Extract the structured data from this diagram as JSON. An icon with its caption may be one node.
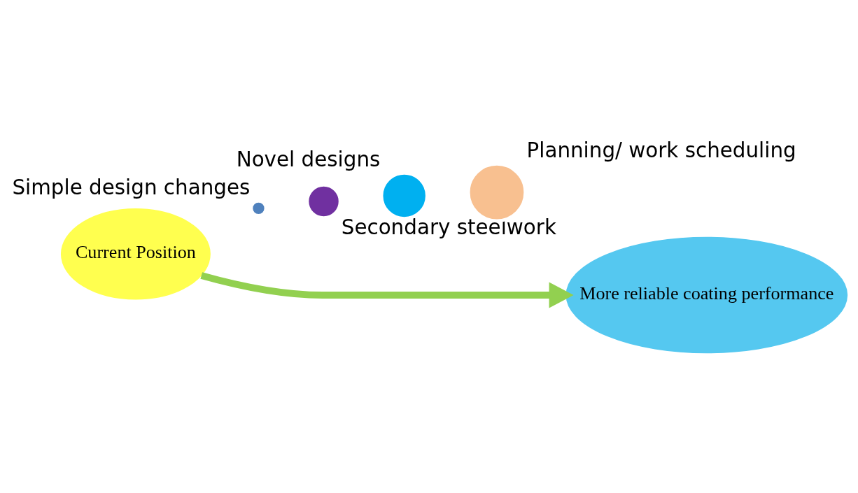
{
  "diagram": {
    "nodes": [
      {
        "text": [
          "Current Position"
        ]
      },
      {
        "text": [],
        "shape": "circle",
        "beside": [
          "Simple design changes"
        ]
      },
      {
        "text": [],
        "shape": "circle",
        "beside": [
          "Secondary steelwork"
        ]
      },
      {
        "text": [],
        "shape": "circle",
        "beside": [
          "Novel designs"
        ]
      },
      {
        "text": [],
        "shape": "circle",
        "beside": [
          "Planning/ work scheduling"
        ]
      },
      {
        "text": [
          "More reliable coating performance"
        ]
      }
    ],
    "edges": [
      {
        "from": 0,
        "to": 5,
        "arrow": "to",
        "color": "#92d050"
      }
    ]
  }
}
